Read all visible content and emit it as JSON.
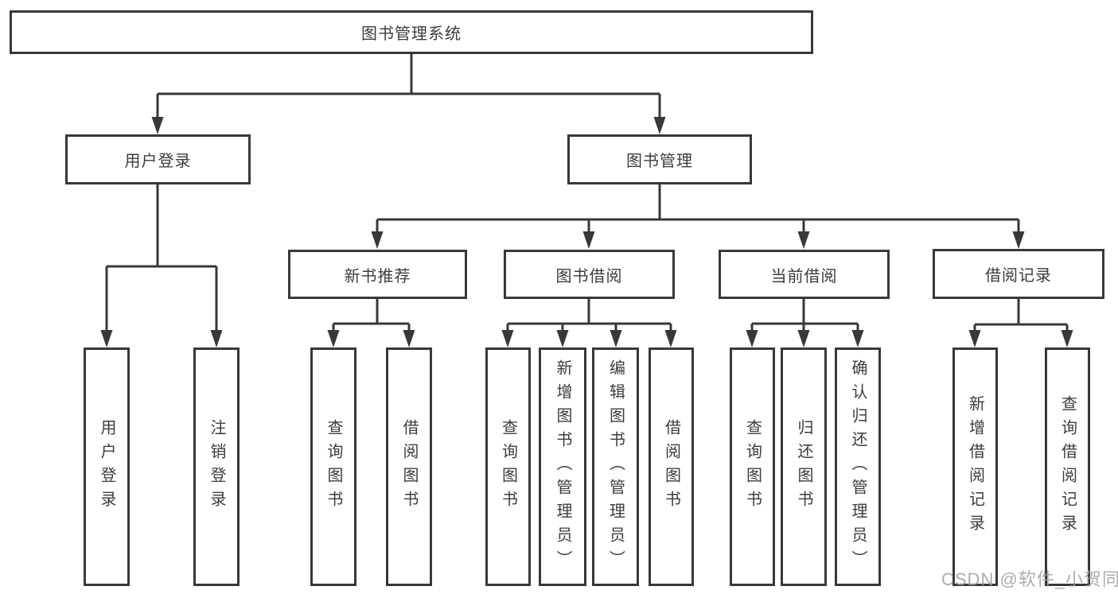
{
  "diagram": {
    "type": "hierarchy-tree",
    "colors": {
      "line": "#383838",
      "box_border": "#383838",
      "box_fill": "#ffffff",
      "text": "#3c3c3c",
      "watermark": "#9e9e9e",
      "background": "#ffffff"
    },
    "root": {
      "label": "图书管理系统"
    },
    "branches": [
      {
        "label": "用户登录",
        "children": [
          {
            "label": "用户登录"
          },
          {
            "label": "注销登录"
          }
        ]
      },
      {
        "label": "图书管理",
        "groups": [
          {
            "label": "新书推荐",
            "children": [
              {
                "label": "查询图书"
              },
              {
                "label": "借阅图书"
              }
            ]
          },
          {
            "label": "图书借阅",
            "children": [
              {
                "label": "查询图书"
              },
              {
                "label": "新增图书（管理员）"
              },
              {
                "label": "编辑图书（管理员）"
              },
              {
                "label": "借阅图书"
              }
            ]
          },
          {
            "label": "当前借阅",
            "children": [
              {
                "label": "查询图书"
              },
              {
                "label": "归还图书"
              },
              {
                "label": "确认归还（管理员）"
              }
            ]
          },
          {
            "label": "借阅记录",
            "children": [
              {
                "label": "新增借阅记录"
              },
              {
                "label": "查询借阅记录"
              }
            ]
          }
        ]
      }
    ],
    "watermark": {
      "text": "CSDN @软件_小贺同学"
    }
  }
}
